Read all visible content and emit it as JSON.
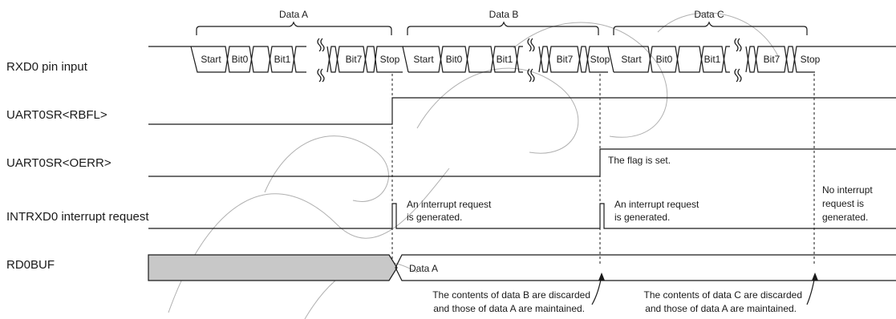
{
  "groups": {
    "data_a": "Data A",
    "data_b": "Data B",
    "data_c": "Data C"
  },
  "signals": {
    "rxd0": "RXD0 pin input",
    "rbfl": "UART0SR<RBFL>",
    "oerr": "UART0SR<OERR>",
    "intrxd0": "INTRXD0 interrupt request",
    "rd0buf": "RD0BUF"
  },
  "fields": {
    "start": "Start",
    "bit0": "Bit0",
    "bit1": "Bit1",
    "bit7": "Bit7",
    "stop": "Stop"
  },
  "annotations": {
    "flag_set": "The flag is set.",
    "int_gen_1": "An interrupt request",
    "int_gen_2": "is generated.",
    "no_int_1": "No interrupt",
    "no_int_2": "request is",
    "no_int_3": "generated.",
    "buf_value": "Data A",
    "note_b_1": "The contents of data B are discarded",
    "note_b_2": "and those of data A are maintained.",
    "note_c_1": "The contents of data C are discarded",
    "note_c_2": "and those of data A are maintained."
  },
  "colors": {
    "line": "#1a1a1a",
    "buffer_fill": "#c8c8c8",
    "watermark": "#b0b0b0"
  }
}
